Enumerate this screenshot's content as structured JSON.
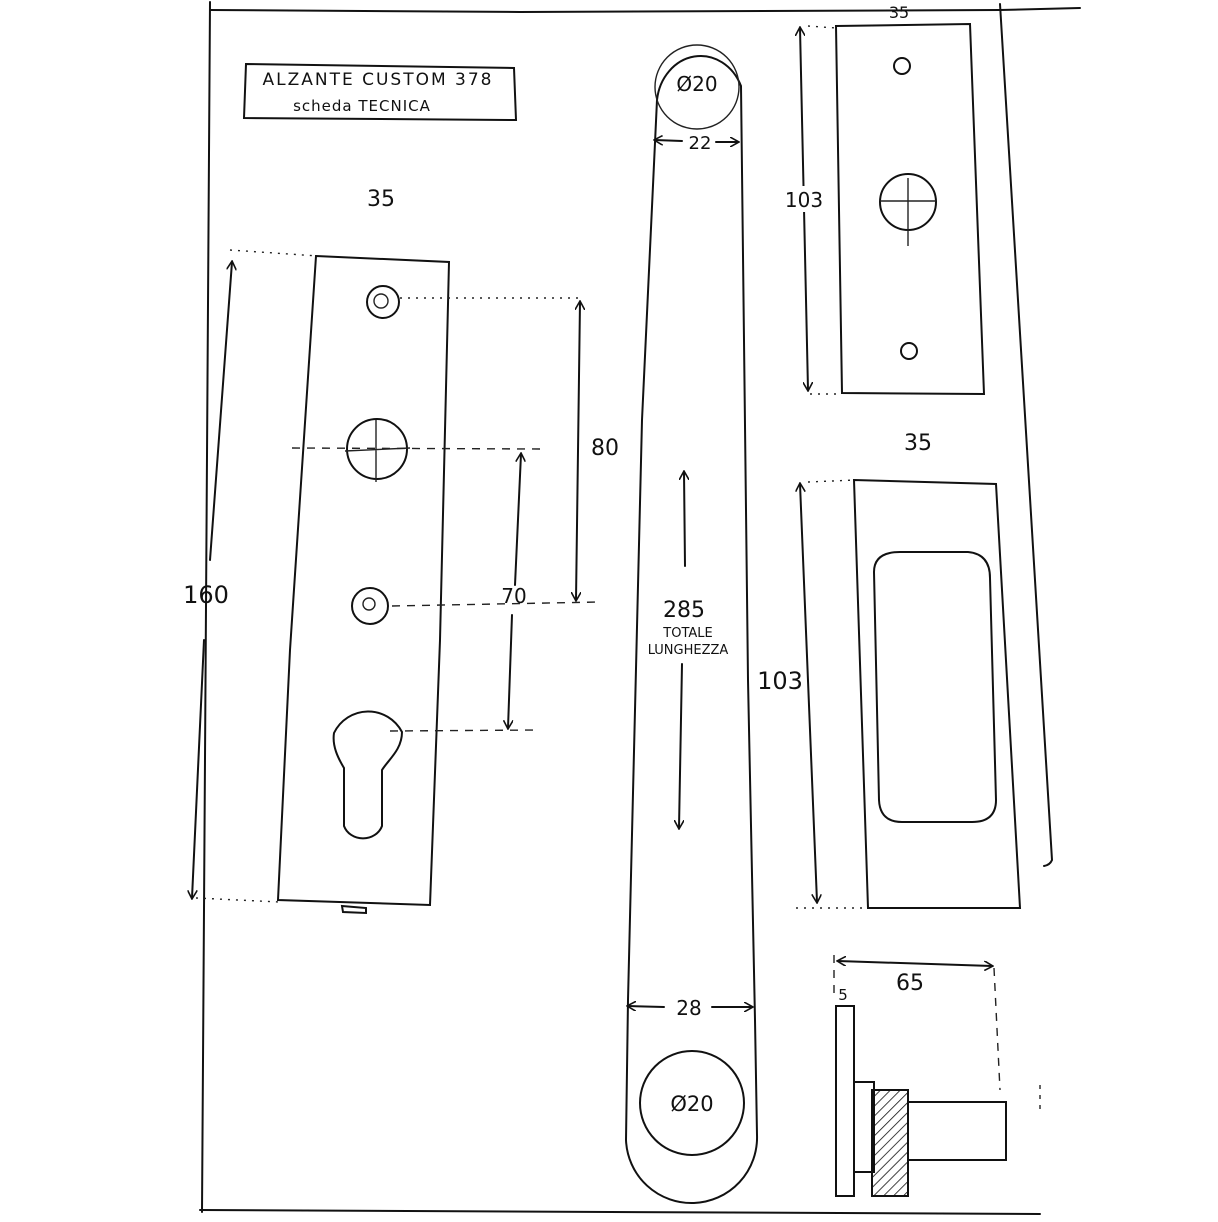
{
  "title_block": {
    "line1": "ALZANTE CUSTOM 378",
    "line2": "scheda TECNICA"
  },
  "plate_left": {
    "width_label": "35",
    "height_label": "160",
    "spacing_80": "80",
    "spacing_70": "70"
  },
  "handle": {
    "top_diameter": "Ø20",
    "top_width": "22",
    "length_value": "285",
    "length_caption_1": "TOTALE",
    "length_caption_2": "LUNGHEZZA",
    "bottom_width": "28",
    "bottom_diameter": "Ø20"
  },
  "plate_top_right": {
    "width_label": "35",
    "height_label": "103"
  },
  "pocket_plate": {
    "width_label": "35",
    "height_label": "103"
  },
  "side_view": {
    "thickness_label": "5",
    "depth_label": "65"
  }
}
